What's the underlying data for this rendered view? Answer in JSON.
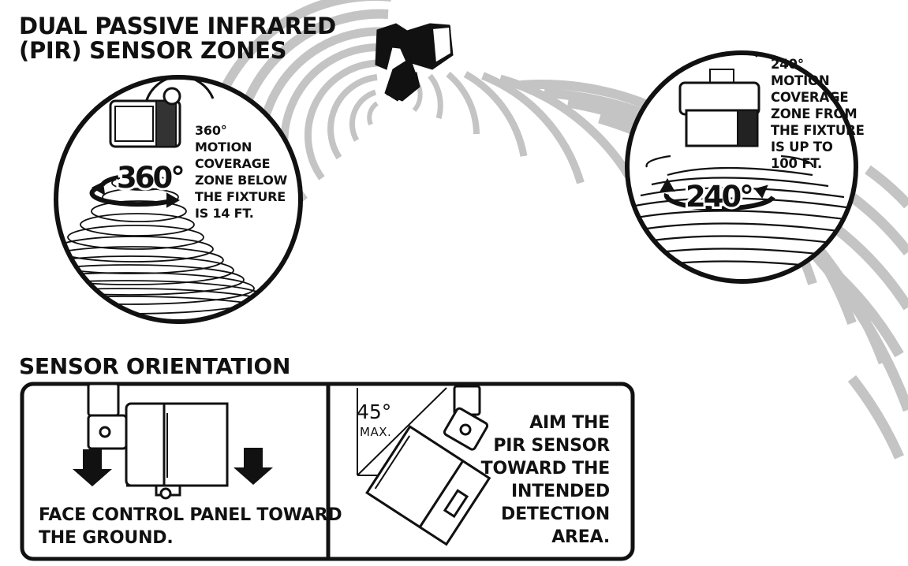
{
  "headings": {
    "zones": [
      "DUAL PASSIVE INFRARED",
      "(PIR) SENSOR ZONES"
    ],
    "orientation": "SENSOR ORIENTATION"
  },
  "zone_360": {
    "badge": "360°",
    "note": [
      "360°",
      "MOTION",
      "COVERAGE",
      "ZONE BELOW",
      "THE FIXTURE",
      "IS 14 FT."
    ]
  },
  "zone_240": {
    "badge": "240°",
    "note": [
      "240°",
      "MOTION",
      "COVERAGE",
      "ZONE FROM",
      "THE FIXTURE",
      "IS UP TO",
      "100 FT."
    ]
  },
  "orientation_left": {
    "instruction": [
      "FACE CONTROL PANEL TOWARD",
      "THE GROUND."
    ]
  },
  "orientation_right": {
    "angle": "45°",
    "angle_note": "MAX.",
    "instruction": [
      "AIM THE",
      "PIR SENSOR",
      "TOWARD THE",
      "INTENDED",
      "DETECTION",
      "AREA."
    ]
  },
  "icons": [
    "fixture-icon",
    "motion-sensor-icon",
    "rotation-arrow-icon",
    "down-arrow-icon"
  ],
  "colors": {
    "ink": "#111111",
    "wave": "#c4c4c4"
  }
}
